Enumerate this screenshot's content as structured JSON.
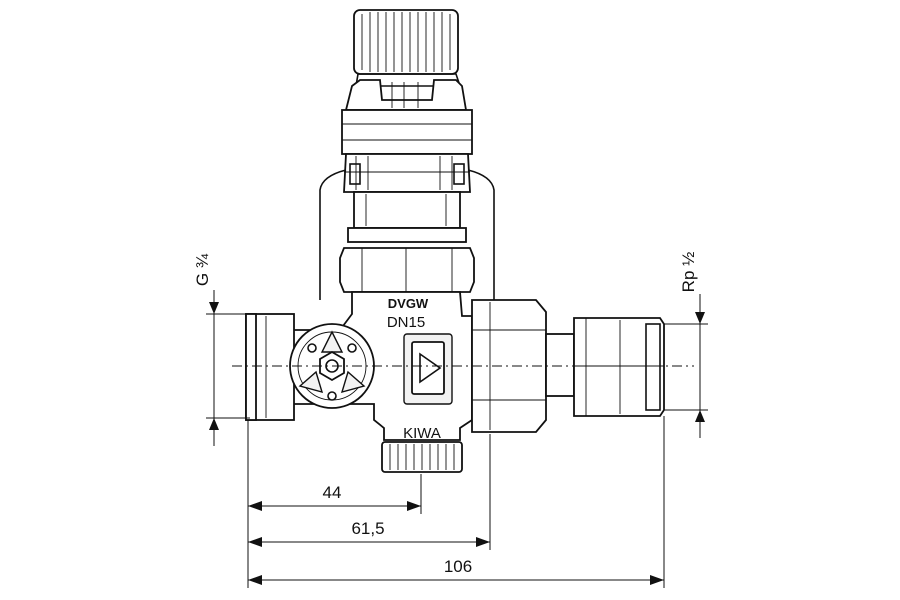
{
  "labels": {
    "inlet_thread": "G ¾",
    "outlet_thread": "Rp ½",
    "mark_dvgw": "DVGW",
    "mark_dn": "DN15",
    "mark_kiwa": "KIWA"
  },
  "dimensions": {
    "dim_44": "44",
    "dim_61_5": "61,5",
    "dim_106": "106"
  }
}
